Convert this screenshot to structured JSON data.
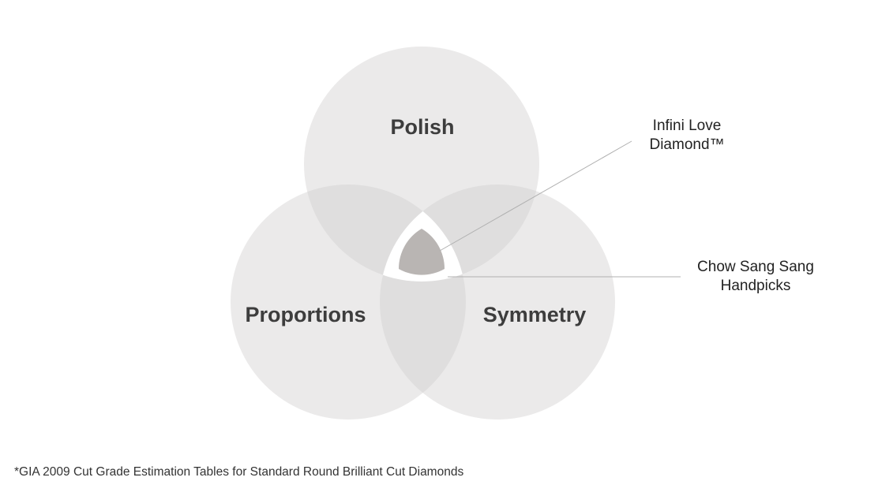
{
  "circles": [
    {
      "label": "Polish"
    },
    {
      "label": "Proportions"
    },
    {
      "label": "Symmetry"
    }
  ],
  "callouts": [
    {
      "line1": "Infini Love",
      "line2": "Diamond™"
    },
    {
      "line1": "Chow Sang Sang",
      "line2": "Handpicks"
    }
  ],
  "footnote": "*GIA 2009 Cut Grade Estimation Tables for Standard Round Brilliant Cut Diamonds",
  "colors": {
    "circle": "#ebeaea",
    "overlap": "#dfdede",
    "center": "#ffffff",
    "core": "#b9b5b3",
    "line": "#b0b0b0"
  }
}
